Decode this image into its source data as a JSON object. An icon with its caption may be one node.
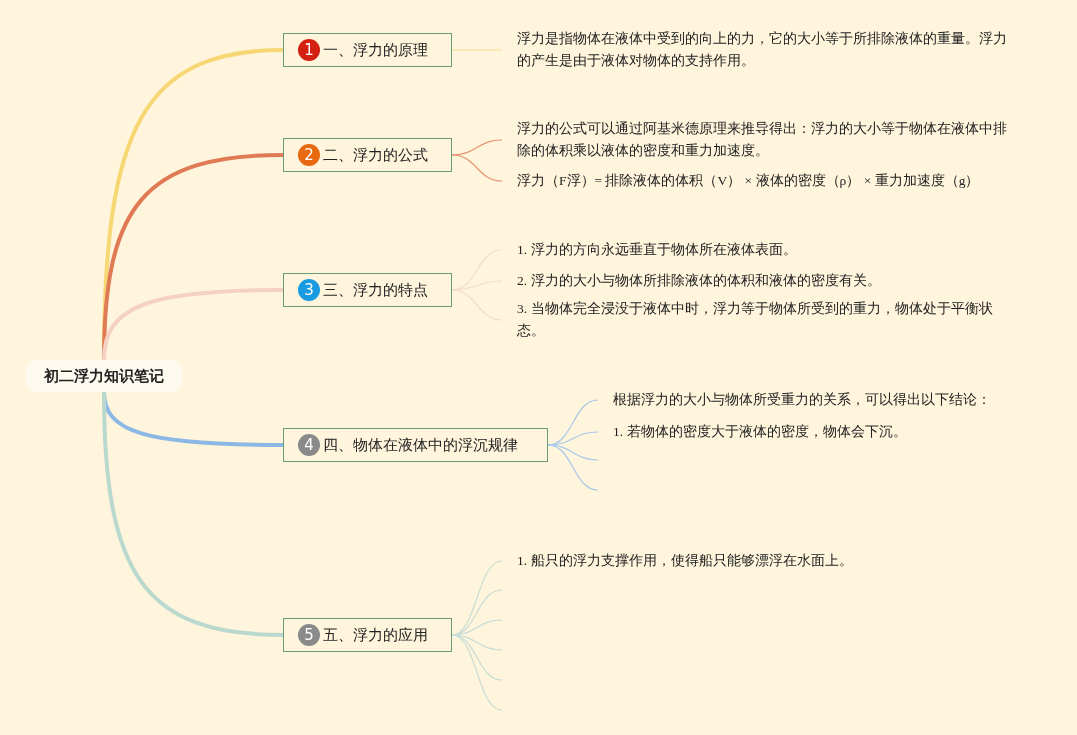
{
  "diagram": {
    "nodes": [
      {
        "text": [
          "初二浮力知识笔记"
        ]
      },
      {
        "text": [
          "1",
          "一、浮力的原理"
        ]
      },
      {
        "text": [
          "浮力是指物体在液体中受到的向上的力，它的大小等于所排除液体的重量。浮力的产生是由于液体对物体的支持作用。"
        ]
      },
      {
        "text": [
          "2",
          "二、浮力的公式"
        ]
      },
      {
        "text": [
          "浮力的公式可以通过阿基米德原理来推导得出：浮力的大小等于物体在液体中排除的体积乘以液体的密度和重力加速度。"
        ]
      },
      {
        "text": [
          "浮力（F浮）= 排除液体的体积（V） × 液体的密度（ρ） × 重力加速度（g）"
        ]
      },
      {
        "text": [
          "3",
          "三、浮力的特点"
        ]
      },
      {
        "text": [
          "1. 浮力的方向永远垂直于物体所在液体表面。"
        ]
      },
      {
        "text": [
          "2. 浮力的大小与物体所排除液体的体积和液体的密度有关。"
        ]
      },
      {
        "text": [
          "3. 当物体完全浸没于液体中时，浮力等于物体所受到的重力，物体处于平衡状态。"
        ]
      },
      {
        "text": [
          "4",
          "四、物体在液体中的浮沉规律"
        ]
      },
      {
        "text": [
          "根据浮力的大小与物体所受重力的关系，可以得出以下结论："
        ]
      },
      {
        "text": [
          "1. 若物体的密度大于液体的密度，物体会下沉。"
        ]
      },
      {
        "text": [
          "5",
          "五、浮力的应用"
        ]
      },
      {
        "text": [
          "1. 船只的浮力支撑作用，使得船只能够漂浮在水面上。"
        ]
      }
    ],
    "edges": [
      {
        "from": 0,
        "to": 1,
        "arrow": "none",
        "style": "thick",
        "color": "#f7d774"
      },
      {
        "from": 0,
        "to": 3,
        "arrow": "none",
        "style": "thick",
        "color": "#e07a55"
      },
      {
        "from": 0,
        "to": 6,
        "arrow": "none",
        "style": "thick",
        "color": "#f5d0c5"
      },
      {
        "from": 0,
        "to": 10,
        "arrow": "none",
        "style": "thick",
        "color": "#8cb8e6"
      },
      {
        "from": 0,
        "to": 13,
        "arrow": "none",
        "style": "thick",
        "color": "#b9d9cf"
      },
      {
        "from": 1,
        "to": 2,
        "arrow": "none",
        "color": "#f7e08e"
      },
      {
        "from": 3,
        "to": 4,
        "arrow": "none",
        "color": "#e59375"
      },
      {
        "from": 3,
        "to": 5,
        "arrow": "none",
        "color": "#e59375"
      },
      {
        "from": 6,
        "to": 7,
        "arrow": "none",
        "color": "#f3dccc"
      },
      {
        "from": 6,
        "to": 8,
        "arrow": "none",
        "color": "#f3dccc"
      },
      {
        "from": 6,
        "to": 9,
        "arrow": "none",
        "color": "#f3dccc"
      },
      {
        "from": 10,
        "to": 11,
        "arrow": "none",
        "color": "#a9c8e8"
      },
      {
        "from": 10,
        "to": 12,
        "arrow": "none",
        "color": "#a9c8e8"
      },
      {
        "from": 10,
        "to": null,
        "arrow": "none",
        "color": "#a9c8e8"
      },
      {
        "from": 10,
        "to": null,
        "arrow": "none",
        "color": "#a9c8e8"
      },
      {
        "from": 13,
        "to": 14,
        "arrow": "none",
        "color": "#c8ddd5"
      },
      {
        "from": 13,
        "to": null,
        "arrow": "none",
        "color": "#c8ddd5"
      },
      {
        "from": 13,
        "to": null,
        "arrow": "none",
        "color": "#c8ddd5"
      },
      {
        "from": 13,
        "to": null,
        "arrow": "none",
        "color": "#c8ddd5"
      },
      {
        "from": 13,
        "to": null,
        "arrow": "none",
        "color": "#c8ddd5"
      },
      {
        "from": 13,
        "to": null,
        "arrow": "none",
        "color": "#c8ddd5"
      }
    ]
  }
}
